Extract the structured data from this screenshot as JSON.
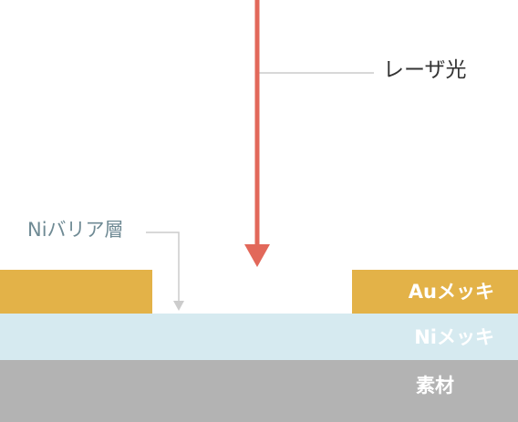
{
  "labels": {
    "laser": "レーザ光",
    "barrier": "Niバリア層",
    "au_plating": "Auメッキ",
    "ni_plating": "Niメッキ",
    "base_material": "素材"
  },
  "colors": {
    "laser": "#e2685a",
    "au_plating": "#e3b248",
    "ni_plating": "#d6eaf0",
    "base_material": "#b3b3b3",
    "leader_line": "#cccccc",
    "barrier_text": "#6f8a94",
    "label_text": "#333333"
  }
}
